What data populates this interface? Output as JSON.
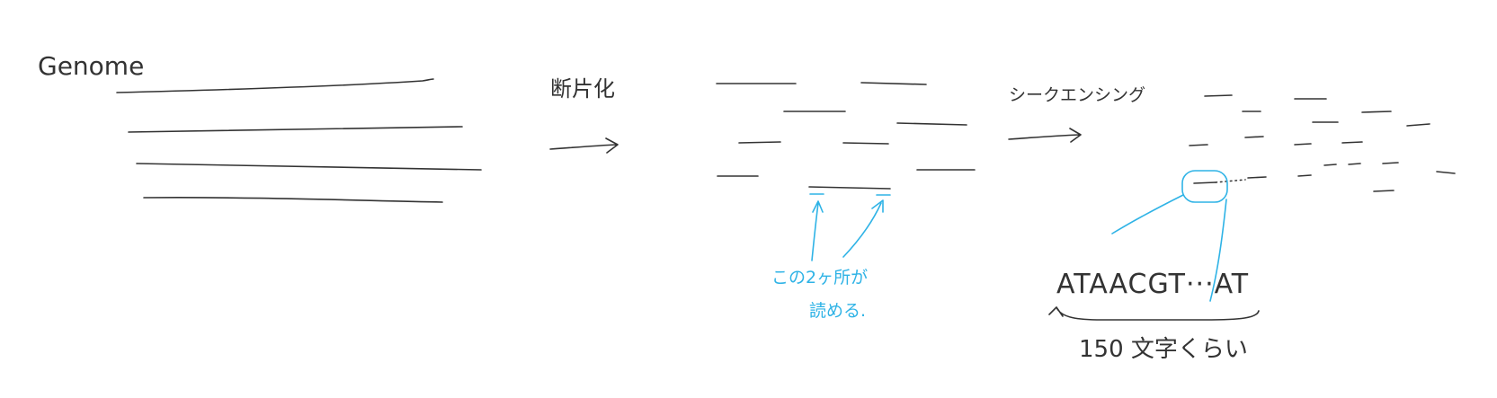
{
  "labels": {
    "genome": "Genome",
    "cut": "断片化",
    "sequencing": "シークエンシング",
    "readable_line1": "この2ヶ所が",
    "readable_line2": "読める.",
    "sequence": "ATAACGT···AT",
    "length": "150 文字くらい"
  },
  "colors": {
    "ink": "#333333",
    "accent": "#2fb3e6",
    "background": "#ffffff"
  }
}
